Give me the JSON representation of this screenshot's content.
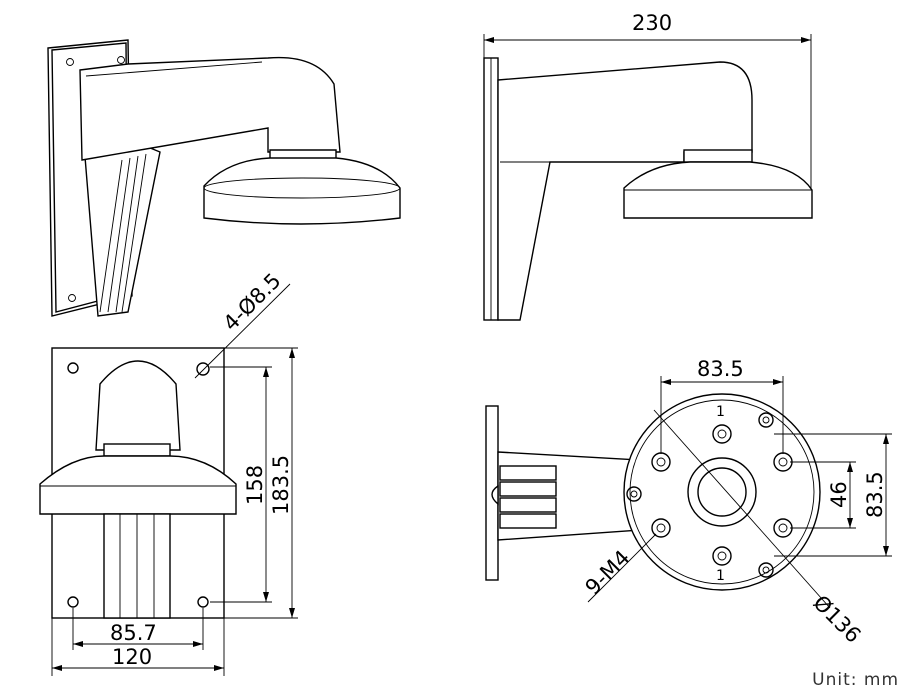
{
  "dimensions": {
    "total_length": "230",
    "hole_spec": "4-Ø8.5",
    "hole_vertical_spacing": "158",
    "plate_height": "183.5",
    "hole_horizontal_spacing": "85.7",
    "plate_width": "120",
    "bolt_circle_horizontal": "83.5",
    "bolt_circle_vertical": "83.5",
    "inner_spacing": "46",
    "thread_spec": "9-M4",
    "base_diameter": "Ø136",
    "mark_top": "1",
    "mark_bottom": "1"
  },
  "unit_label": "Unit:  mm"
}
